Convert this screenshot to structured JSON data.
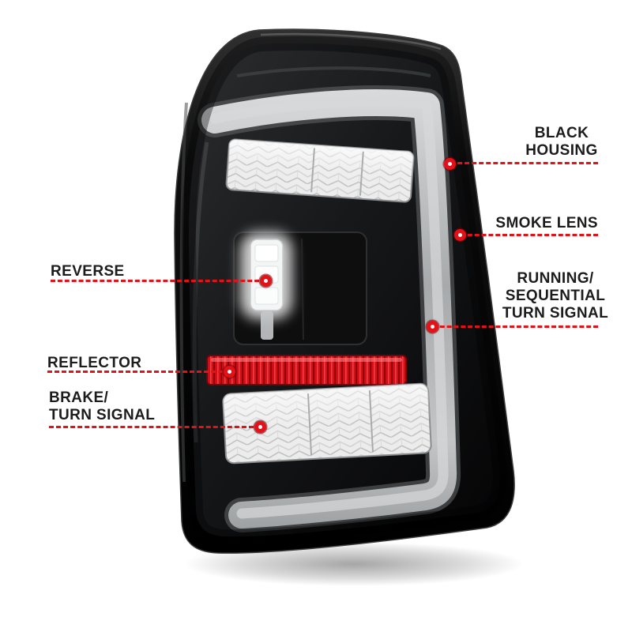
{
  "colors": {
    "accent_red": "#e31219",
    "reflector_red": "#c4050e",
    "housing_black": "#0a0a0a",
    "light_bar_gray": "#b8bbbd"
  },
  "product": {
    "type": "led-tail-light",
    "finish": "black housing / smoke lens"
  },
  "callouts": {
    "black_housing": {
      "label": "BLACK\nHOUSING"
    },
    "smoke_lens": {
      "label": "SMOKE LENS"
    },
    "running_sequential": {
      "label": "RUNNING/\nSEQUENTIAL\nTURN SIGNAL"
    },
    "reverse": {
      "label": "REVERSE"
    },
    "reflector": {
      "label": "REFLECTOR"
    },
    "brake_turn": {
      "label": "BRAKE/\nTURN SIGNAL"
    }
  }
}
